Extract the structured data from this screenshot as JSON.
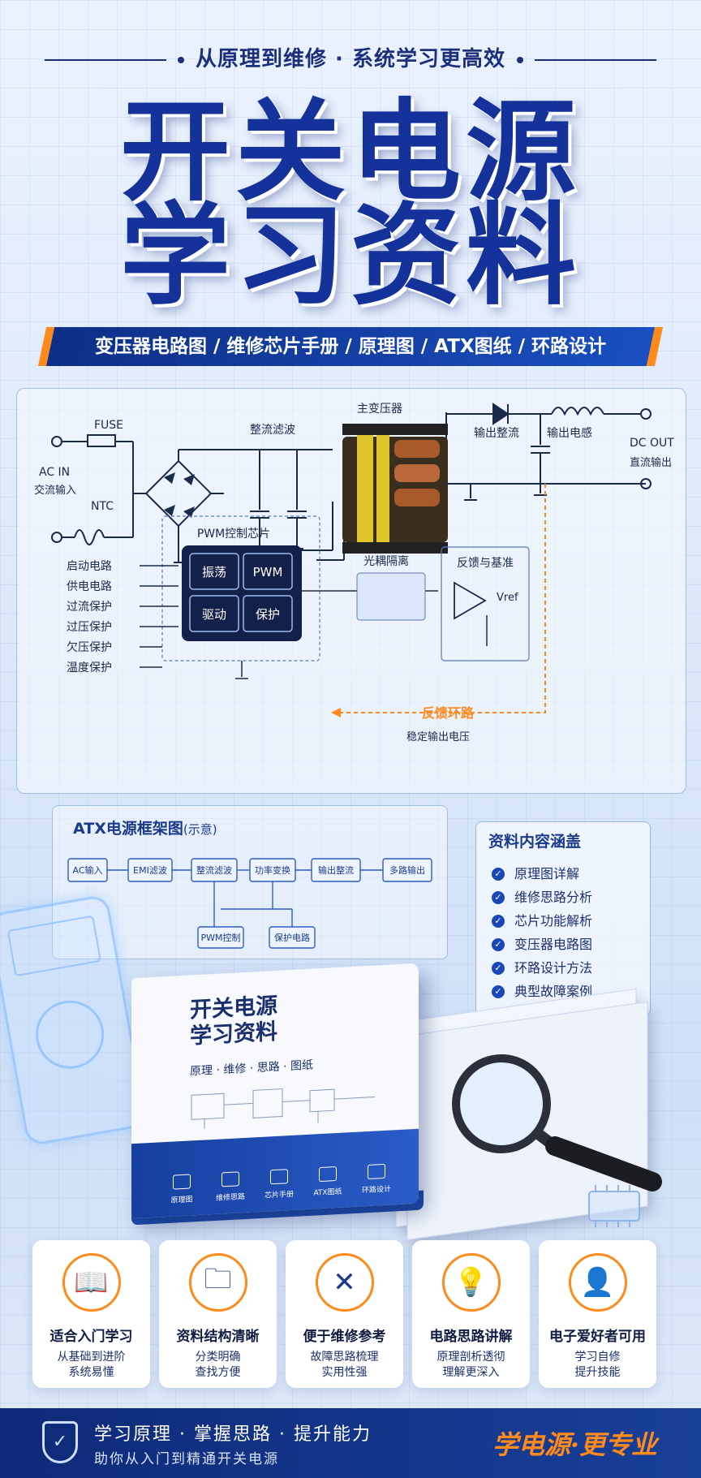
{
  "header": {
    "tagline": "从原理到维修 · 系统学习更高效",
    "title_line1": "开关电源",
    "title_line2": "学习资料",
    "banner": "变压器电路图 / 维修芯片手册 / 原理图 / ATX图纸 / 环路设计"
  },
  "circuit": {
    "fuse": "FUSE",
    "ac_in": "AC IN",
    "ac_in_cn": "交流输入",
    "ntc": "NTC",
    "rectifier": "整流滤波",
    "transformer": "主变压器",
    "output_rect": "输出整流",
    "output_inductor": "输出电感",
    "dc_out": "DC OUT",
    "dc_out_cn": "直流输出",
    "pwm_chip": "PWM控制芯片",
    "chip_blocks": [
      "振荡",
      "PWM",
      "驱动",
      "保护"
    ],
    "inputs": [
      "启动电路",
      "供电电路",
      "过流保护",
      "过压保护",
      "欠压保护",
      "温度保护"
    ],
    "optocoupler": "光耦隔离",
    "feedback_ref": "反馈与基准",
    "vref": "Vref",
    "feedback_loop": "反馈环路",
    "stable_output": "稳定输出电压"
  },
  "atx": {
    "title": "ATX电源框架图",
    "title_note": "(示意)",
    "blocks": [
      "AC输入",
      "EMI滤波",
      "整流滤波",
      "功率变换",
      "输出整流",
      "多路输出"
    ],
    "sub_blocks": [
      "PWM控制",
      "保护电路"
    ]
  },
  "contents": {
    "title": "资料内容涵盖",
    "items": [
      "原理图详解",
      "维修思路分析",
      "芯片功能解析",
      "变压器电路图",
      "环路设计方法",
      "典型故障案例"
    ]
  },
  "book": {
    "title_line1": "开关电源",
    "title_line2": "学习资料",
    "subtitle": "原理 · 维修 · 思路 · 图纸",
    "icons": [
      "原理图",
      "维修思路",
      "芯片手册",
      "ATX图纸",
      "环路设计"
    ]
  },
  "features": [
    {
      "icon": "book-icon",
      "glyph": "📖",
      "title": "适合入门学习",
      "line1": "从基础到进阶",
      "line2": "系统易懂"
    },
    {
      "icon": "folder-icon",
      "glyph": "🗀",
      "title": "资料结构清晰",
      "line1": "分类明确",
      "line2": "查找方便"
    },
    {
      "icon": "tools-icon",
      "glyph": "✕",
      "title": "便于维修参考",
      "line1": "故障思路梳理",
      "line2": "实用性强"
    },
    {
      "icon": "lightbulb-icon",
      "glyph": "💡",
      "title": "电路思路讲解",
      "line1": "原理剖析透彻",
      "line2": "理解更深入"
    },
    {
      "icon": "user-icon",
      "glyph": "👤",
      "title": "电子爱好者可用",
      "line1": "学习自修",
      "line2": "提升技能"
    }
  ],
  "footer": {
    "line1": "学习原理 · 掌握思路 · 提升能力",
    "line2": "助你从入门到精通开关电源",
    "slogan": "学电源·更专业"
  },
  "colors": {
    "primary": "#14329a",
    "accent": "#ff8a1c",
    "footer": "#0e2a78"
  }
}
